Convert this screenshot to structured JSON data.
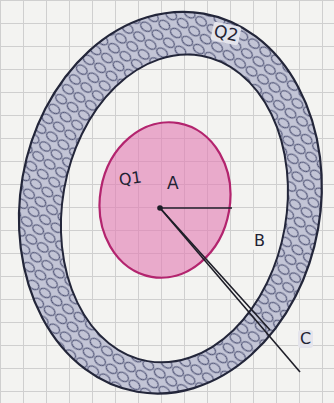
{
  "diagram": {
    "nodes": [
      {
        "text": [
          "Q2"
        ]
      },
      {
        "text": [
          "Q1",
          "A"
        ],
        "in": 0
      }
    ],
    "labels": [
      "B",
      "C"
    ]
  }
}
